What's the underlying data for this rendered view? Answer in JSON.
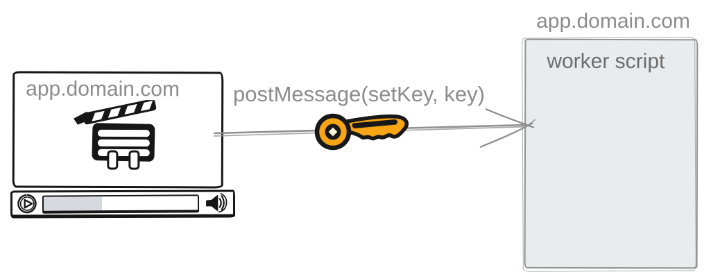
{
  "video_player": {
    "origin_label": "app.domain.com",
    "progress_percent": "38",
    "progress_fill_style": "width:38%"
  },
  "message": {
    "label": "postMessage(setKey, key)"
  },
  "worker": {
    "origin_label": "app.domain.com",
    "title": "worker script"
  },
  "icons": {
    "clapperboard": "movie-clapperboard",
    "play": "play-button",
    "speaker": "speaker-volume",
    "key": "key",
    "arrow": "arrow-right"
  },
  "colors": {
    "key_orange": "#F7A515",
    "sketch_black": "#161616",
    "sketch_gray": "#8f8f8f",
    "label_gray": "#8c8c8c",
    "worker_fill": "#e9eceb",
    "worker_text": "#6d6d6d",
    "progress_fill": "#d6dade"
  }
}
